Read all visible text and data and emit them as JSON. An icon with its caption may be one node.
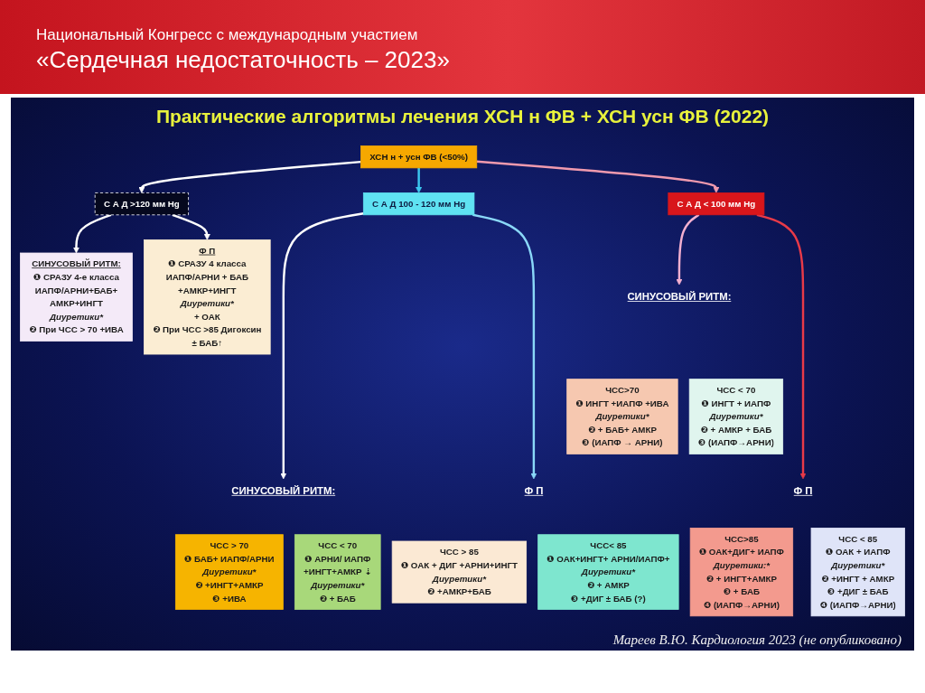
{
  "diagram": {
    "title": "Практические алгоритмы лечения ХСН н ФВ + ХСН усн ФВ (2022)",
    "caption": "Мареев В.Ю. Кардиология 2023 (не опубликовано)",
    "nodes": [
      {
        "text": [
          "ХСН н + усн ФВ (<50%)"
        ]
      },
      {
        "text": [
          "С А Д >120 мм Hg"
        ]
      },
      {
        "text": [
          "С А Д 100 - 120 мм Hg"
        ]
      },
      {
        "text": [
          "С А Д < 100 мм Hg"
        ]
      },
      {
        "text": [
          "СИНУСОВЫЙ РИТМ:",
          "❶ СРАЗУ 4-е класса ИАПФ/АРНИ+БАБ+ АМКР+ИНГТ",
          "Диуретики*",
          "❷ При ЧСС > 70 +ИВА"
        ]
      },
      {
        "text": [
          "Ф П",
          "❶ СРАЗУ 4 класса ИАПФ/АРНИ + БАБ +АМКР+ИНГТ",
          "Диуретики*",
          "+ ОАК",
          "❷ При ЧСС >85 Дигоксин ± БАБ↑"
        ]
      },
      {
        "text": [
          "СИНУСОВЫЙ РИТМ:"
        ]
      },
      {
        "text": [
          "ЧСС>70",
          "❶ ИНГТ +ИАПФ +ИВА",
          "Диуретики*",
          "❷ + БАБ+ АМКР",
          "❸ (ИАПФ → АРНИ)"
        ]
      },
      {
        "text": [
          "ЧСС < 70",
          "❶ ИНГТ + ИАПФ",
          "Диуретики*",
          "❷ + АМКР + БАБ",
          "❸ (ИАПФ→АРНИ)"
        ]
      },
      {
        "text": [
          "СИНУСОВЫЙ РИТМ:"
        ]
      },
      {
        "text": [
          "ЧСС > 70",
          "❶ БАБ+ ИАПФ/АРНИ",
          "Диуретики*",
          "❷ +ИНГТ+АМКР",
          "❸ +ИВА"
        ]
      },
      {
        "text": [
          "ЧСС < 70",
          "❶ АРНИ/ ИАПФ +ИНГТ+АМКР ⇣",
          "Диуретики*",
          "❷ + БАБ"
        ]
      },
      {
        "text": [
          "Ф П"
        ]
      },
      {
        "text": [
          "ЧСС > 85",
          "❶ ОАК + ДИГ +АРНИ+ИНГТ",
          "Диуретики*",
          "❷ +АМКР+БАБ"
        ]
      },
      {
        "text": [
          "ЧСС< 85",
          "❶ ОАК+ИНГТ+ АРНИ/ИАПФ+",
          "Диуретики*",
          "❷ + АМКР",
          "❸ +ДИГ ± БАБ (?)"
        ]
      },
      {
        "text": [
          "Ф П"
        ]
      },
      {
        "text": [
          "ЧСС>85",
          "❶ ОАК+ДИГ+ ИАПФ",
          "Диуретики:*",
          "❷ + ИНГТ+АМКР",
          "❸ + БАБ",
          "❹ (ИАПФ→АРНИ)"
        ]
      },
      {
        "text": [
          "ЧСС < 85",
          "❶ ОАК + ИАПФ",
          "Диуретики*",
          "❷ +ИНГТ + АМКР",
          "❸ +ДИГ ± БАБ",
          "❹ (ИАПФ→АРНИ)"
        ]
      }
    ],
    "edges": [
      {
        "from": 0,
        "to": 1,
        "arrow": "to"
      },
      {
        "from": 0,
        "to": 2,
        "arrow": "to",
        "color": "#3cc8f0"
      },
      {
        "from": 0,
        "to": 3,
        "arrow": "to",
        "color": "#f09aae"
      },
      {
        "from": 1,
        "to": 4,
        "arrow": "to"
      },
      {
        "from": 1,
        "to": 5,
        "arrow": "to"
      },
      {
        "from": 2,
        "to": 9,
        "arrow": "to"
      },
      {
        "from": 2,
        "to": 12,
        "arrow": "to",
        "color": "#8ad8f8"
      },
      {
        "from": 3,
        "to": 6,
        "arrow": "to",
        "color": "#f4b0d0"
      },
      {
        "from": 3,
        "to": 15,
        "arrow": "to",
        "color": "#e83a48"
      }
    ],
    "labels": [
      "Национальный Конгресс с международным участием",
      "«Сердечная недостаточность – 2023»"
    ]
  }
}
